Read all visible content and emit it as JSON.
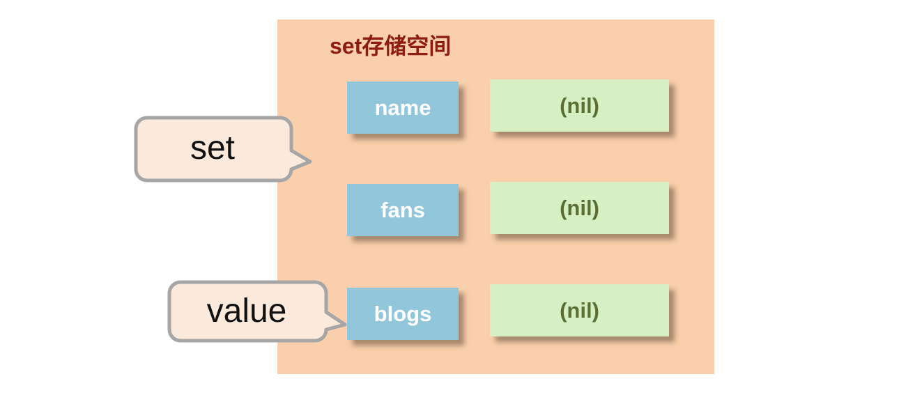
{
  "diagram": {
    "title": {
      "prefix": "set",
      "suffix": "存储空间"
    },
    "rows": [
      {
        "key": "name",
        "value": "(nil)"
      },
      {
        "key": "fans",
        "value": "(nil)"
      },
      {
        "key": "blogs",
        "value": "(nil)"
      }
    ],
    "callouts": {
      "key_label": "set",
      "value_label": "value"
    },
    "colors": {
      "panel_bg": "#F9CFAC",
      "key_box_bg": "#92C6DB",
      "key_box_text": "#FFFFFF",
      "value_box_bg": "#D7F0C3",
      "value_box_text": "#5B6E33",
      "title_text": "#8E1B14",
      "callout_fill": "#FBEADC",
      "callout_border": "#A6A6A6",
      "callout_text": "#111111",
      "shadow": "rgba(100,78,56,0.55)"
    }
  }
}
